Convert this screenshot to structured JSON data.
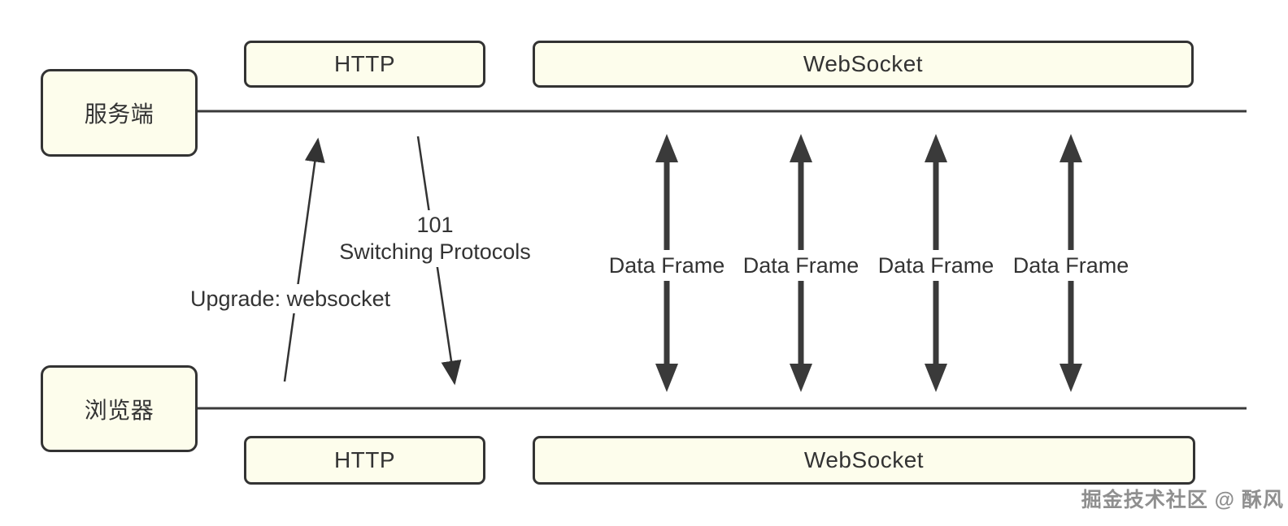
{
  "diagram": {
    "participants": {
      "server": {
        "label": "服务端"
      },
      "browser": {
        "label": "浏览器"
      }
    },
    "phases": {
      "server_http": {
        "label": "HTTP"
      },
      "server_websocket": {
        "label": "WebSocket"
      },
      "browser_http": {
        "label": "HTTP"
      },
      "browser_websocket": {
        "label": "WebSocket"
      }
    },
    "messages": {
      "upgrade_request": {
        "label": "Upgrade: websocket",
        "direction": "browser-to-server"
      },
      "switch_response": {
        "line1": "101",
        "line2": "Switching Protocols",
        "direction": "server-to-browser"
      }
    },
    "data_frames": [
      {
        "label": "Data Frame"
      },
      {
        "label": "Data Frame"
      },
      {
        "label": "Data Frame"
      },
      {
        "label": "Data Frame"
      }
    ],
    "colors": {
      "background": "#ffffff",
      "box_fill": "#fdfdec",
      "stroke": "#333333",
      "thick_arrow": "#3a3a3a",
      "text": "#333333",
      "watermark": "#8f8f8f"
    }
  },
  "watermark": {
    "text": "掘金技术社区 @ 酥风"
  }
}
